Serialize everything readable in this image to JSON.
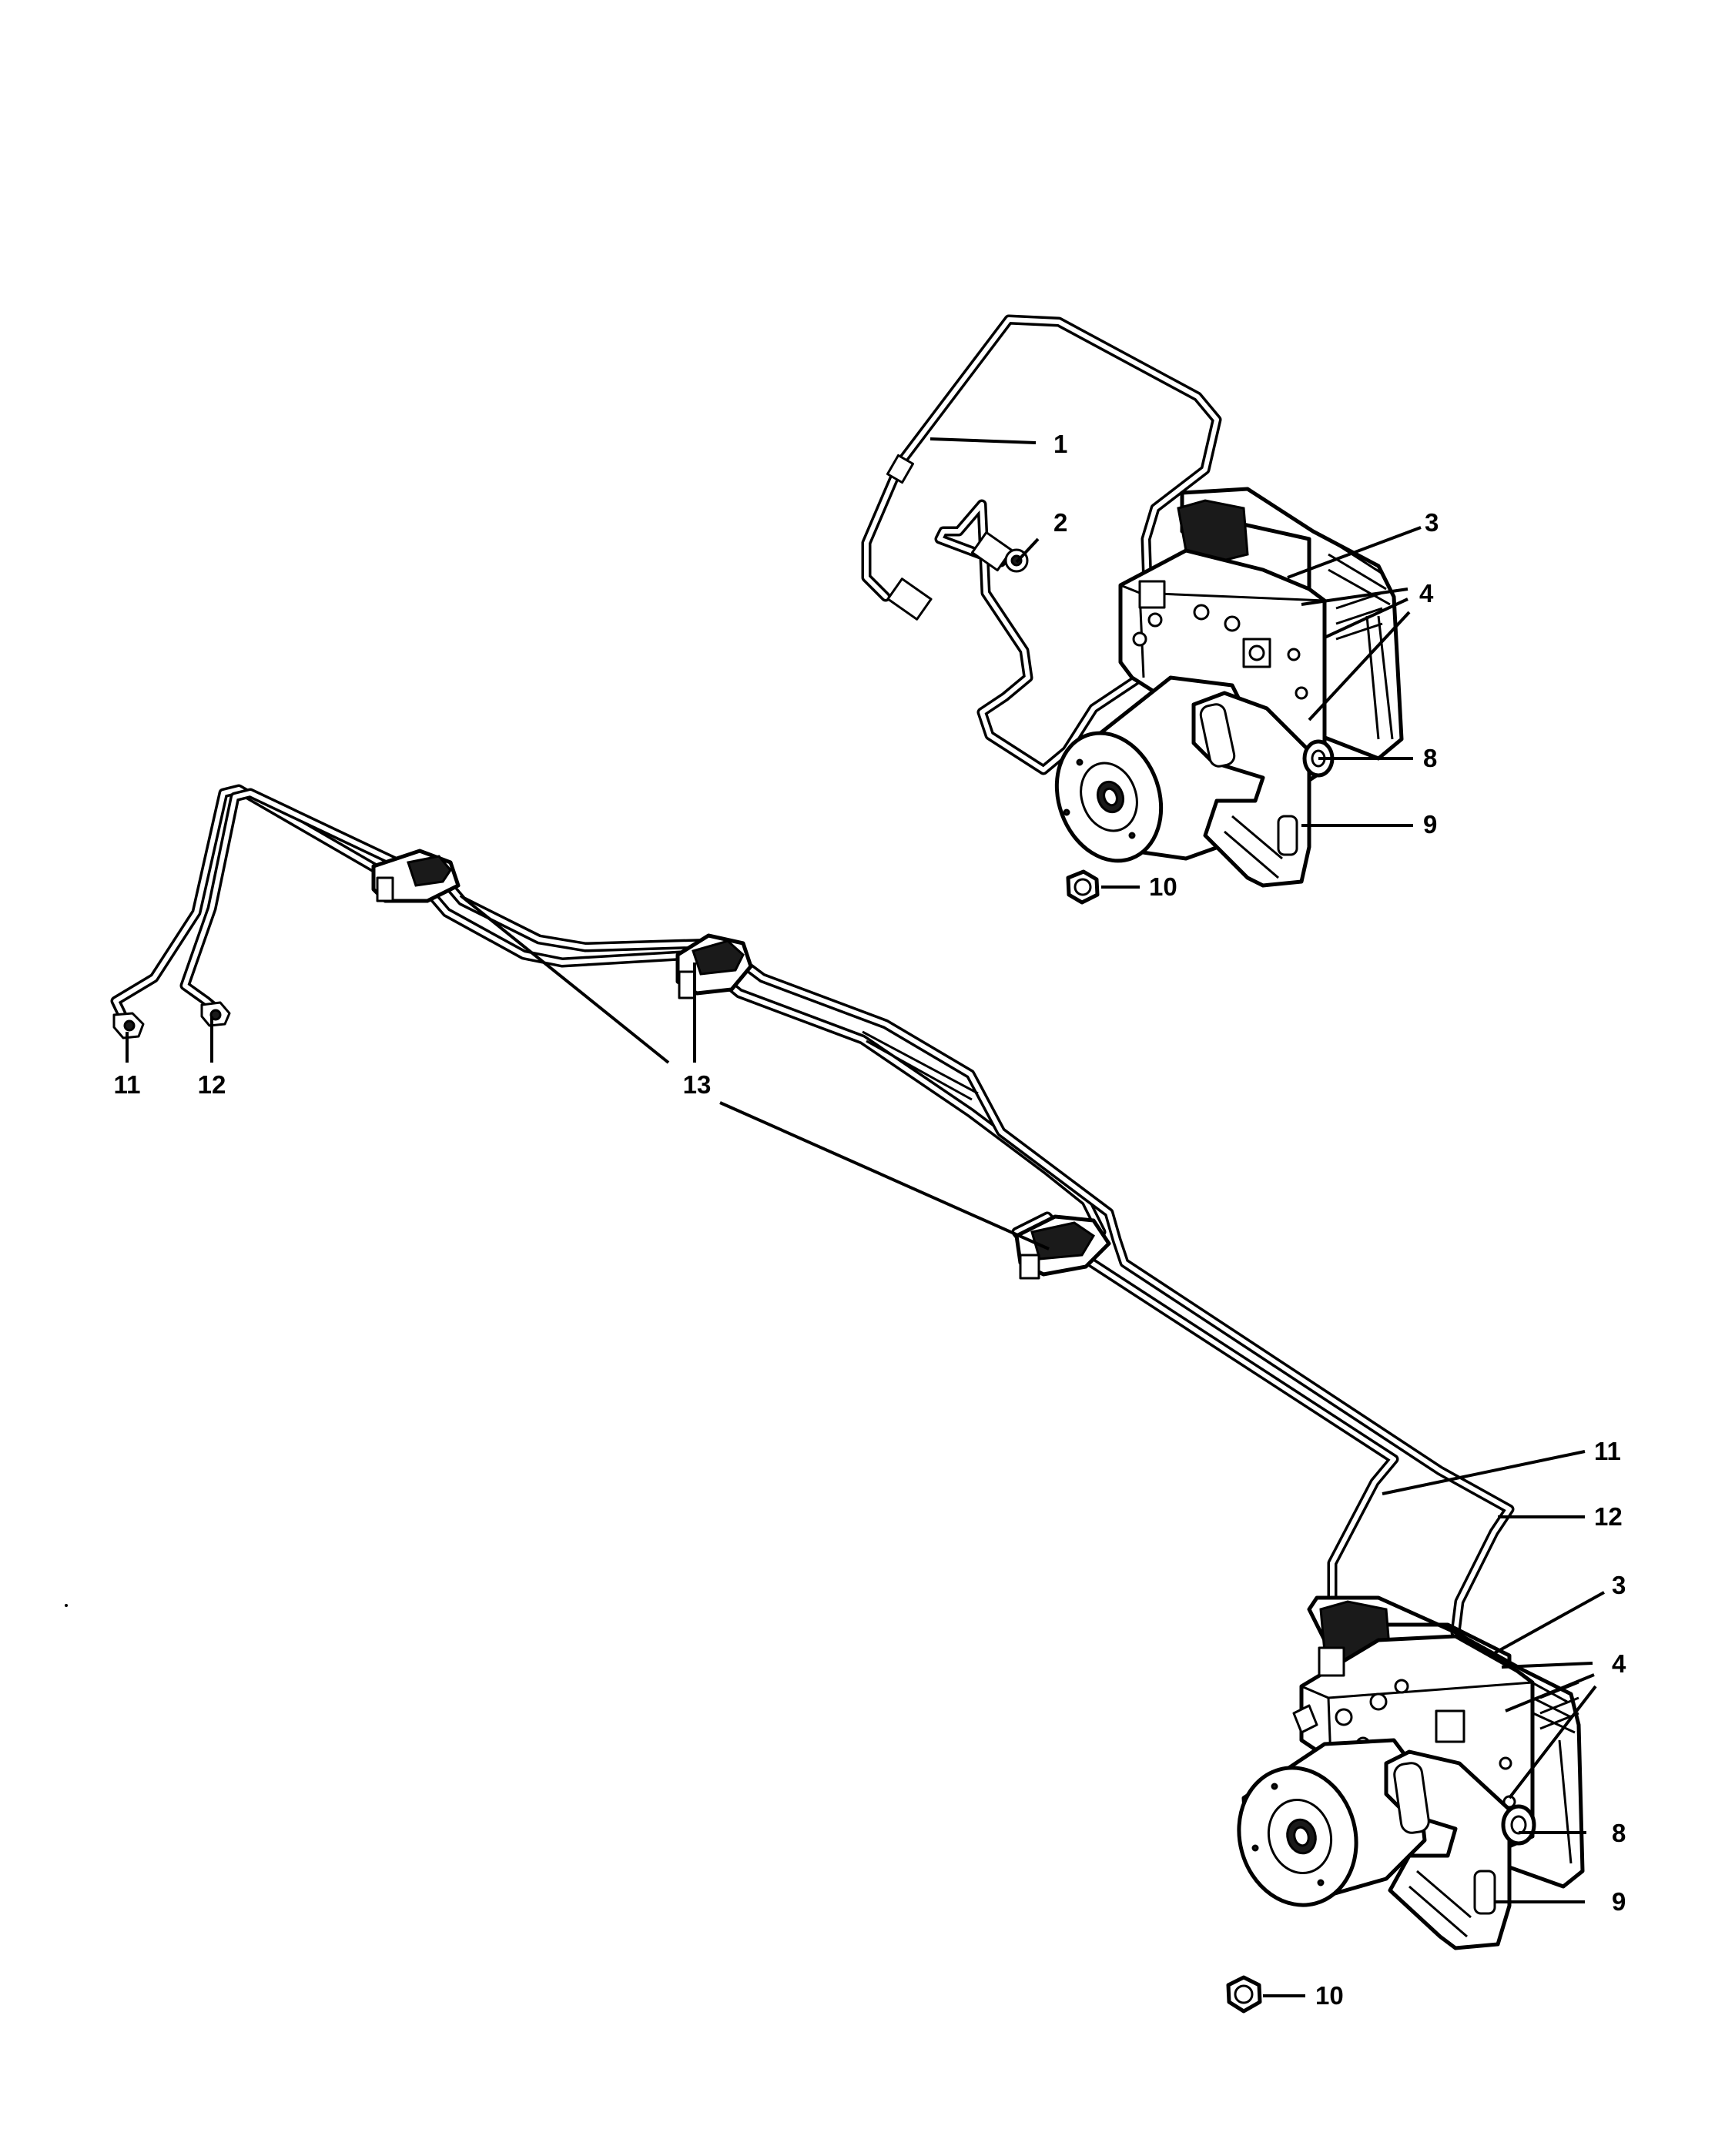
{
  "colors": {
    "line": "#000000",
    "background": "#ffffff"
  },
  "callouts": {
    "top_unit": {
      "c1": "1",
      "c2": "2",
      "c3": "3",
      "c4": "4",
      "c8": "8",
      "c9": "9",
      "c10": "10"
    },
    "tubes": {
      "c11": "11",
      "c12": "12",
      "c13": "13"
    },
    "bottom_unit": {
      "c11": "11",
      "c12": "12",
      "c3": "3",
      "c4": "4",
      "c8": "8",
      "c9": "9",
      "c10": "10"
    }
  }
}
